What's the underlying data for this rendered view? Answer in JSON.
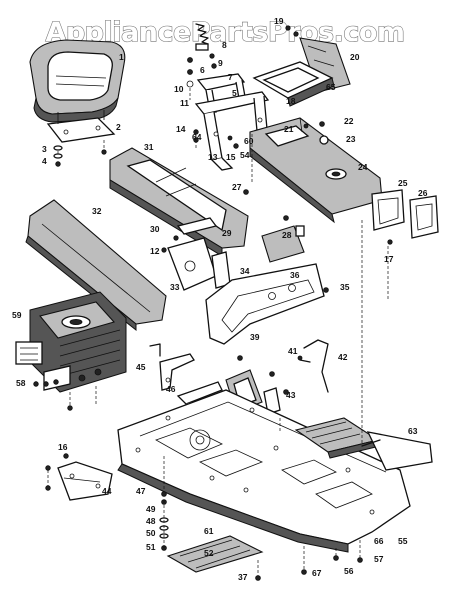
{
  "watermark": {
    "text": "AppliancePartsPros.com"
  },
  "callouts": [
    {
      "id": "c1",
      "label": "1"
    },
    {
      "id": "c2",
      "label": "2"
    },
    {
      "id": "c3",
      "label": "3"
    },
    {
      "id": "c4",
      "label": "4"
    },
    {
      "id": "c5",
      "label": "5"
    },
    {
      "id": "c6",
      "label": "6"
    },
    {
      "id": "c7",
      "label": "7"
    },
    {
      "id": "c8",
      "label": "8"
    },
    {
      "id": "c9",
      "label": "9"
    },
    {
      "id": "c10",
      "label": "10"
    },
    {
      "id": "c11",
      "label": "11"
    },
    {
      "id": "c12",
      "label": "12"
    },
    {
      "id": "c13",
      "label": "13"
    },
    {
      "id": "c14",
      "label": "14"
    },
    {
      "id": "c15",
      "label": "15"
    },
    {
      "id": "c16",
      "label": "16"
    },
    {
      "id": "c17",
      "label": "17"
    },
    {
      "id": "c18",
      "label": "18"
    },
    {
      "id": "c19",
      "label": "19"
    },
    {
      "id": "c20",
      "label": "20"
    },
    {
      "id": "c21",
      "label": "21"
    },
    {
      "id": "c22",
      "label": "22"
    },
    {
      "id": "c23",
      "label": "23"
    },
    {
      "id": "c24",
      "label": "24"
    },
    {
      "id": "c25",
      "label": "25"
    },
    {
      "id": "c26",
      "label": "26"
    },
    {
      "id": "c27",
      "label": "27"
    },
    {
      "id": "c28",
      "label": "28"
    },
    {
      "id": "c29",
      "label": "29"
    },
    {
      "id": "c30",
      "label": "30"
    },
    {
      "id": "c31",
      "label": "31"
    },
    {
      "id": "c32",
      "label": "32"
    },
    {
      "id": "c33",
      "label": "33"
    },
    {
      "id": "c34",
      "label": "34"
    },
    {
      "id": "c35",
      "label": "35"
    },
    {
      "id": "c36",
      "label": "36"
    },
    {
      "id": "c37",
      "label": "37"
    },
    {
      "id": "c39",
      "label": "39"
    },
    {
      "id": "c41",
      "label": "41"
    },
    {
      "id": "c42",
      "label": "42"
    },
    {
      "id": "c43",
      "label": "43"
    },
    {
      "id": "c44",
      "label": "44"
    },
    {
      "id": "c45",
      "label": "45"
    },
    {
      "id": "c46",
      "label": "46"
    },
    {
      "id": "c47",
      "label": "47"
    },
    {
      "id": "c48",
      "label": "48"
    },
    {
      "id": "c49",
      "label": "49"
    },
    {
      "id": "c50",
      "label": "50"
    },
    {
      "id": "c51",
      "label": "51"
    },
    {
      "id": "c52",
      "label": "52"
    },
    {
      "id": "c54",
      "label": "54"
    },
    {
      "id": "c55",
      "label": "55"
    },
    {
      "id": "c56",
      "label": "56"
    },
    {
      "id": "c57",
      "label": "57"
    },
    {
      "id": "c58",
      "label": "58"
    },
    {
      "id": "c59",
      "label": "59"
    },
    {
      "id": "c60",
      "label": "60"
    },
    {
      "id": "c61",
      "label": "61"
    },
    {
      "id": "c63",
      "label": "63"
    },
    {
      "id": "c64",
      "label": "64"
    },
    {
      "id": "c65",
      "label": "65"
    },
    {
      "id": "c66",
      "label": "66"
    },
    {
      "id": "c67",
      "label": "67"
    }
  ]
}
